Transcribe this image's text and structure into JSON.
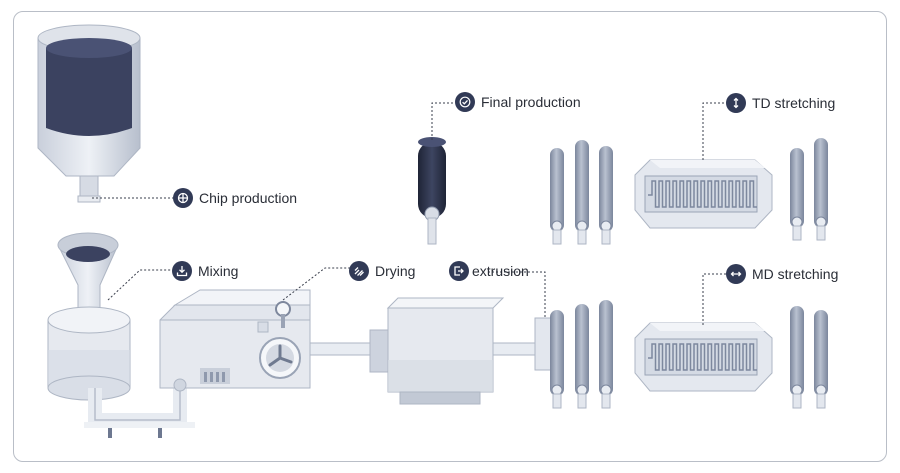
{
  "steps": {
    "chip_production": "Chip production",
    "mixing": "Mixing",
    "drying": "Drying",
    "extrusion": "extrusion",
    "final_production": "Final production",
    "td_stretching": "TD stretching",
    "md_stretching": "MD stretching"
  },
  "colors": {
    "badge": "#313a56",
    "dark_fill": "#3b4260",
    "machine_light": "#e4e8ef",
    "machine_mid": "#cdd3de",
    "roller": "#8d97ab",
    "border": "#b9bec7"
  },
  "icons": {
    "chip_production": "crosshair-icon",
    "mixing": "download-tray-icon",
    "drying": "heat-waves-icon",
    "extrusion": "exit-arrow-icon",
    "final_production": "check-circle-icon",
    "td_stretching": "vertical-arrows-icon",
    "md_stretching": "horizontal-arrows-icon"
  }
}
